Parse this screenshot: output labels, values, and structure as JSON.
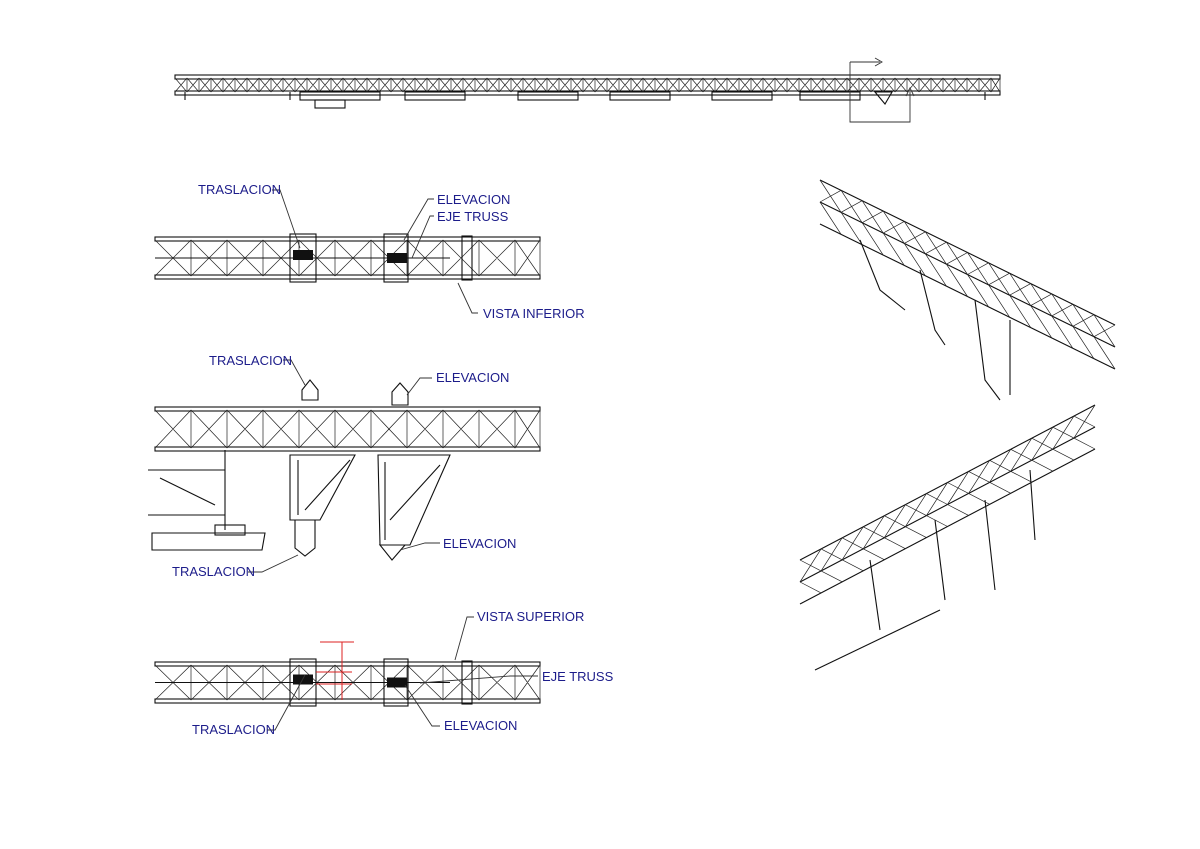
{
  "drawing": {
    "labels": {
      "inferior_traslacion": "TRASLACION",
      "inferior_elevacion": "ELEVACION",
      "inferior_eje_truss": "EJE TRUSS",
      "inferior_vista": "VISTA INFERIOR",
      "lateral_traslacion_top": "TRASLACION",
      "lateral_elevacion_top": "ELEVACION",
      "lateral_elevacion_bottom": "ELEVACION",
      "lateral_traslacion_bottom": "TRASLACION",
      "superior_vista": "VISTA SUPERIOR",
      "superior_eje_truss": "EJE TRUSS",
      "superior_traslacion": "TRASLACION",
      "superior_elevacion": "ELEVACION"
    },
    "colors": {
      "label": "#1c1c8a",
      "line": "#111111",
      "marker": "#dd2222"
    }
  }
}
